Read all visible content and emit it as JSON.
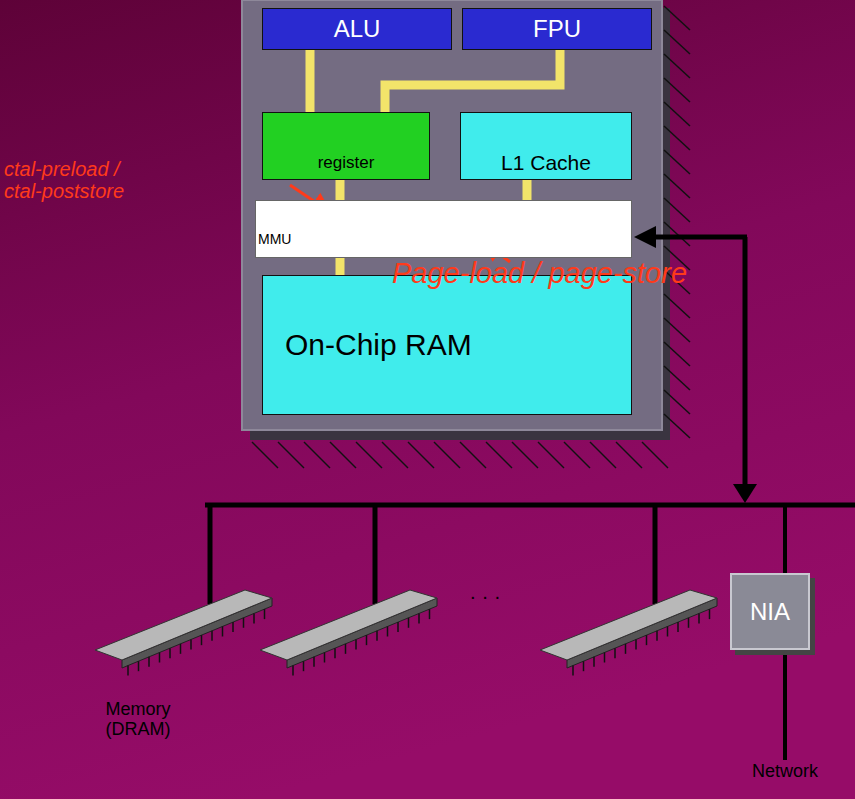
{
  "diagram": {
    "nodes": [
      {
        "text": [
          "ALU"
        ]
      },
      {
        "text": [
          "FPU"
        ]
      },
      {
        "text": [
          "register"
        ]
      },
      {
        "text": [
          "L1 Cache"
        ]
      },
      {
        "text": [
          "MMU"
        ]
      },
      {
        "text": [
          "On-Chip RAM"
        ]
      },
      {
        "text": [
          "NIA"
        ]
      }
    ],
    "edges": [
      {
        "from": 0,
        "to": 2,
        "arrow": "none"
      },
      {
        "from": 1,
        "to": 2,
        "arrow": "none"
      },
      {
        "from": 2,
        "to": 4,
        "arrow": "none"
      },
      {
        "from": 3,
        "to": 4,
        "arrow": "none"
      },
      {
        "from": 4,
        "to": 5,
        "arrow": "none"
      }
    ],
    "labels": [
      "ctal-preload / ctal-poststore",
      "Page-load / page-store",
      "· · ·",
      "Memory (DRAM)",
      "Network"
    ]
  }
}
